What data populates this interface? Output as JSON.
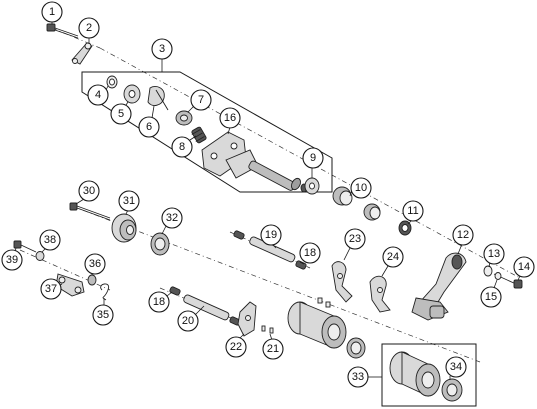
{
  "callouts": [
    {
      "id": "c1",
      "label": "1"
    },
    {
      "id": "c2",
      "label": "2"
    },
    {
      "id": "c3",
      "label": "3"
    },
    {
      "id": "c4",
      "label": "4"
    },
    {
      "id": "c5",
      "label": "5"
    },
    {
      "id": "c6",
      "label": "6"
    },
    {
      "id": "c7",
      "label": "7"
    },
    {
      "id": "c8",
      "label": "8"
    },
    {
      "id": "c9",
      "label": "9"
    },
    {
      "id": "c10",
      "label": "10"
    },
    {
      "id": "c11",
      "label": "11"
    },
    {
      "id": "c12",
      "label": "12"
    },
    {
      "id": "c13",
      "label": "13"
    },
    {
      "id": "c14",
      "label": "14"
    },
    {
      "id": "c15",
      "label": "15"
    },
    {
      "id": "c16",
      "label": "16"
    },
    {
      "id": "c18a",
      "label": "18"
    },
    {
      "id": "c18b",
      "label": "18"
    },
    {
      "id": "c19",
      "label": "19"
    },
    {
      "id": "c20",
      "label": "20"
    },
    {
      "id": "c21",
      "label": "21"
    },
    {
      "id": "c22",
      "label": "22"
    },
    {
      "id": "c23",
      "label": "23"
    },
    {
      "id": "c24",
      "label": "24"
    },
    {
      "id": "c30",
      "label": "30"
    },
    {
      "id": "c31",
      "label": "31"
    },
    {
      "id": "c32",
      "label": "32"
    },
    {
      "id": "c33",
      "label": "33"
    },
    {
      "id": "c34",
      "label": "34"
    },
    {
      "id": "c35",
      "label": "35"
    },
    {
      "id": "c36",
      "label": "36"
    },
    {
      "id": "c37",
      "label": "37"
    },
    {
      "id": "c38",
      "label": "38"
    },
    {
      "id": "c39",
      "label": "39"
    }
  ]
}
